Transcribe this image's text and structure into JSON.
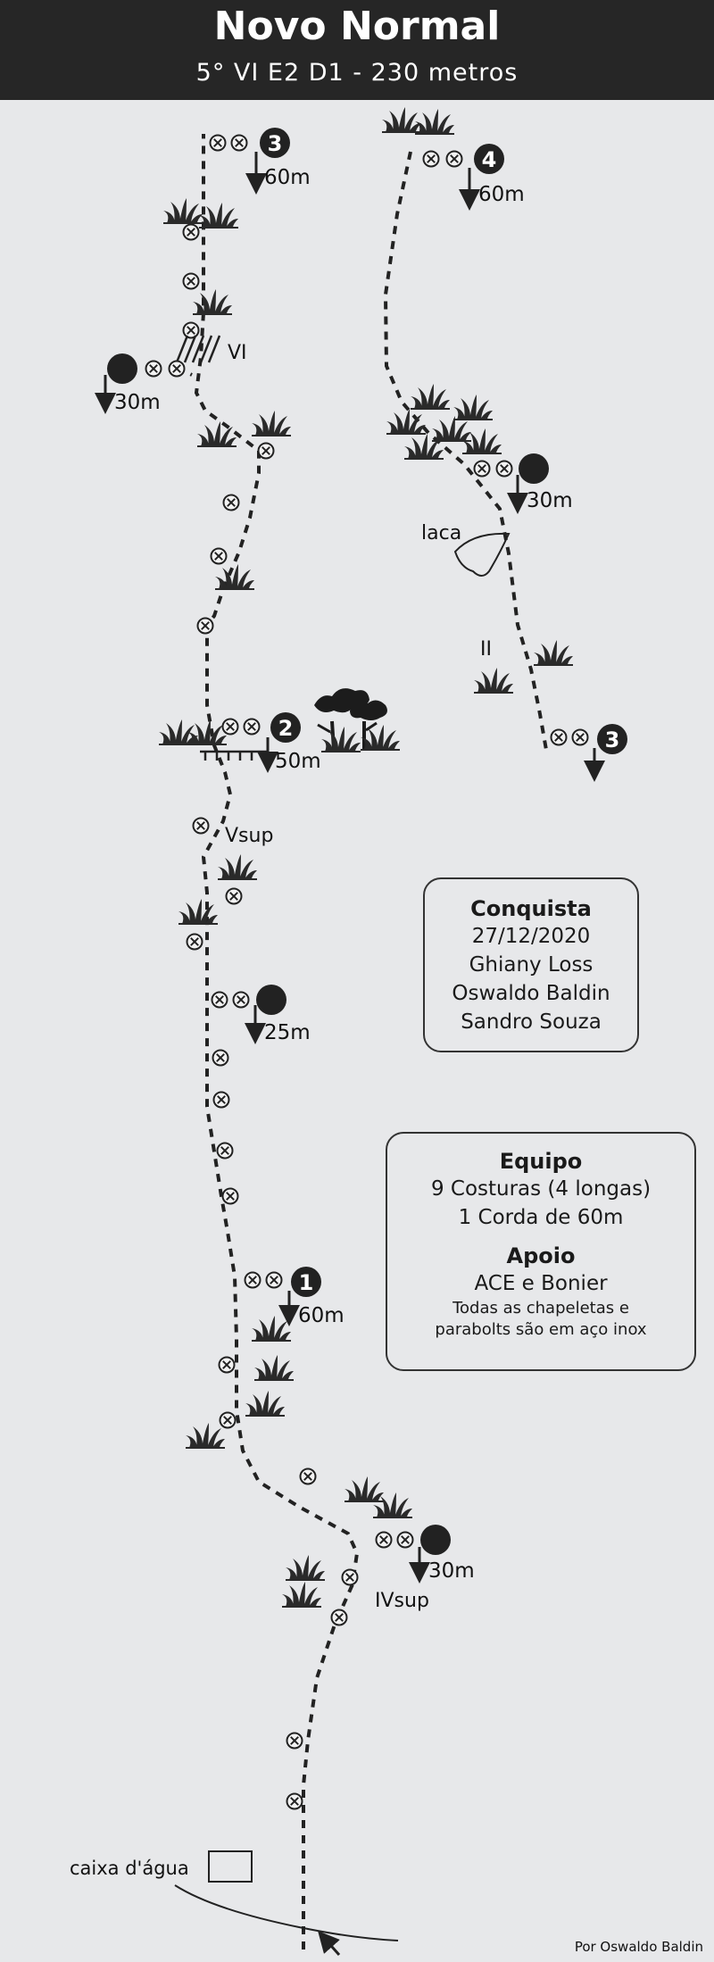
{
  "title": "Novo Normal",
  "subtitle": "5° VI E2 D1 - 230 metros",
  "anchors": {
    "one": {
      "number": "1",
      "length": "60m"
    },
    "two": {
      "number": "2",
      "length": "50m"
    },
    "three_left": {
      "number": "3",
      "length": "60m"
    },
    "three_right": {
      "number": "3"
    },
    "four": {
      "number": "4",
      "length": "60m"
    },
    "rap_30_upper_left": {
      "length": "30m"
    },
    "rap_30_right": {
      "length": "30m"
    },
    "rap_25": {
      "length": "25m"
    },
    "rap_30_lower": {
      "length": "30m"
    }
  },
  "grades": {
    "vi": "VI",
    "vsup": "Vsup",
    "ivsup": "IVsup",
    "ii": "II"
  },
  "features": {
    "laca": "laca",
    "water_box": "caixa d'água"
  },
  "conquista": {
    "heading": "Conquista",
    "date": "27/12/2020",
    "climbers": [
      "Ghiany Loss",
      "Oswaldo Baldin",
      "Sandro Souza"
    ]
  },
  "equipo": {
    "heading": "Equipo",
    "items": [
      "9 Costuras (4 longas)",
      "1 Corda de 60m"
    ],
    "apoio_heading": "Apoio",
    "apoio_text": "ACE e Bonier",
    "note": [
      "Todas as chapeletas e",
      "parabolts são em aço inox"
    ]
  },
  "credit": "Por Oswaldo Baldin"
}
